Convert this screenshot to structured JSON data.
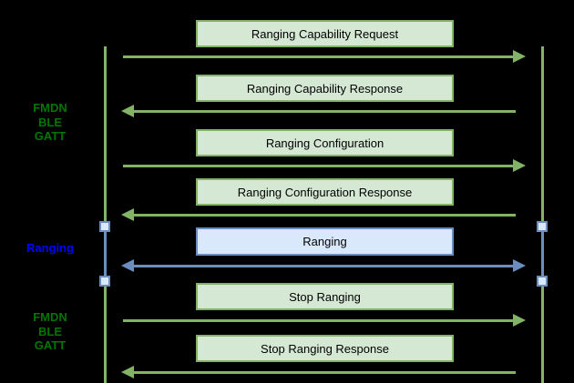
{
  "colors": {
    "background": "#000000",
    "green_fill": "#d5e8d4",
    "green_stroke": "#82b366",
    "blue_fill": "#dae8fc",
    "blue_stroke": "#6c8ebf",
    "label_green": "#007700",
    "label_blue": "#0000ff",
    "text": "#000000"
  },
  "side_labels": [
    {
      "lines": [
        "FMDN",
        "BLE",
        "GATT"
      ],
      "color": "#007700"
    },
    {
      "lines": [
        "Ranging"
      ],
      "color": "#0000ff"
    },
    {
      "lines": [
        "FMDN",
        "BLE",
        "GATT"
      ],
      "color": "#007700"
    }
  ],
  "messages": [
    {
      "label": "Ranging Capability Request",
      "direction": "right",
      "style": "green"
    },
    {
      "label": "Ranging Capability Response",
      "direction": "left",
      "style": "green"
    },
    {
      "label": "Ranging Configuration",
      "direction": "right",
      "style": "green"
    },
    {
      "label": "Ranging Configuration Response",
      "direction": "left",
      "style": "green"
    },
    {
      "label": "Ranging",
      "direction": "both",
      "style": "blue"
    },
    {
      "label": "Stop Ranging",
      "direction": "right",
      "style": "green"
    },
    {
      "label": "Stop Ranging Response",
      "direction": "left",
      "style": "green"
    }
  ]
}
